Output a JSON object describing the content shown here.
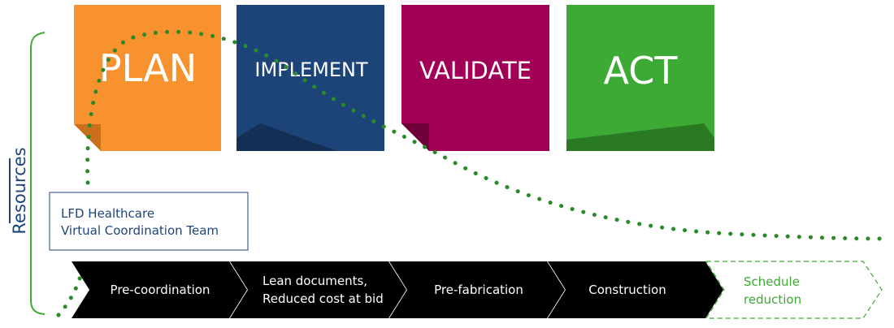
{
  "resources_label": "Resources",
  "cards": [
    {
      "label": "PLAN",
      "color": "#f7922f",
      "fold_color": "#c96f1d"
    },
    {
      "label": "IMPLEMENT",
      "color": "#1d4479",
      "fold_color": "#142f55"
    },
    {
      "label": "VALIDATE",
      "color": "#a20057",
      "fold_color": "#6e003a"
    },
    {
      "label": "ACT",
      "color": "#3daa35",
      "fold_color": "#2a7a24"
    }
  ],
  "team_box": {
    "line1": "LFD Healthcare",
    "line2": "Virtual Coordination Team",
    "text_color": "#1d4479",
    "border_color": "#1d4479"
  },
  "stages": [
    {
      "line1": "Pre-coordination",
      "line2": ""
    },
    {
      "line1": "Lean documents,",
      "line2": "Reduced cost at bid"
    },
    {
      "line1": "Pre-fabrication",
      "line2": ""
    },
    {
      "line1": "Construction",
      "line2": ""
    }
  ],
  "outcome": {
    "line1": "Schedule",
    "line2": "reduction",
    "color": "#3daa35"
  },
  "colors": {
    "resources_text": "#1d4479",
    "bracket": "#3daa35",
    "dots": "#2a8a2a",
    "stage_fill": "#000000"
  }
}
